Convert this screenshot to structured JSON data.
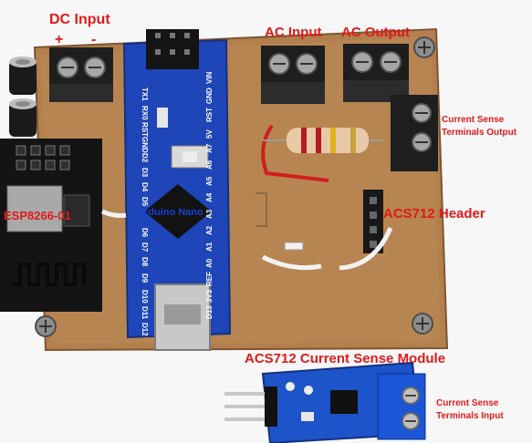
{
  "labels": {
    "dc_input": "DC Input",
    "dc_plus": "+",
    "dc_minus": "-",
    "ac_input": "AC Input",
    "ac_output": "AC Output",
    "current_sense_output": "Current Sense Terminals Output",
    "esp_module": "ESP8266-01",
    "arduino": "Arduino Nano",
    "acs_header": "ACS712 Header",
    "acs_module": "ACS712 Current Sense Module",
    "current_sense_input": "Current Sense Terminals Input"
  },
  "silkscreen": {
    "pins_right": [
      "VIN",
      "GND",
      "RST",
      "5V",
      "A7",
      "A6",
      "A5",
      "A4",
      "A3",
      "A2",
      "A1",
      "A0",
      "REF",
      "3V3",
      "D13"
    ],
    "pins_left": [
      "TX1",
      "RX0",
      "RST",
      "GND",
      "D2",
      "D3",
      "D4",
      "D5",
      "D6",
      "D7",
      "D8",
      "D9",
      "D10",
      "D11",
      "D12"
    ]
  },
  "colors": {
    "label_red": "#e01a1a",
    "label_blue": "#1a3fd6",
    "pcb_board": "#b27f4d",
    "arduino_blue": "#1f46b8",
    "acs_blue": "#1e54c9",
    "terminal_black": "#1e1e1e"
  }
}
